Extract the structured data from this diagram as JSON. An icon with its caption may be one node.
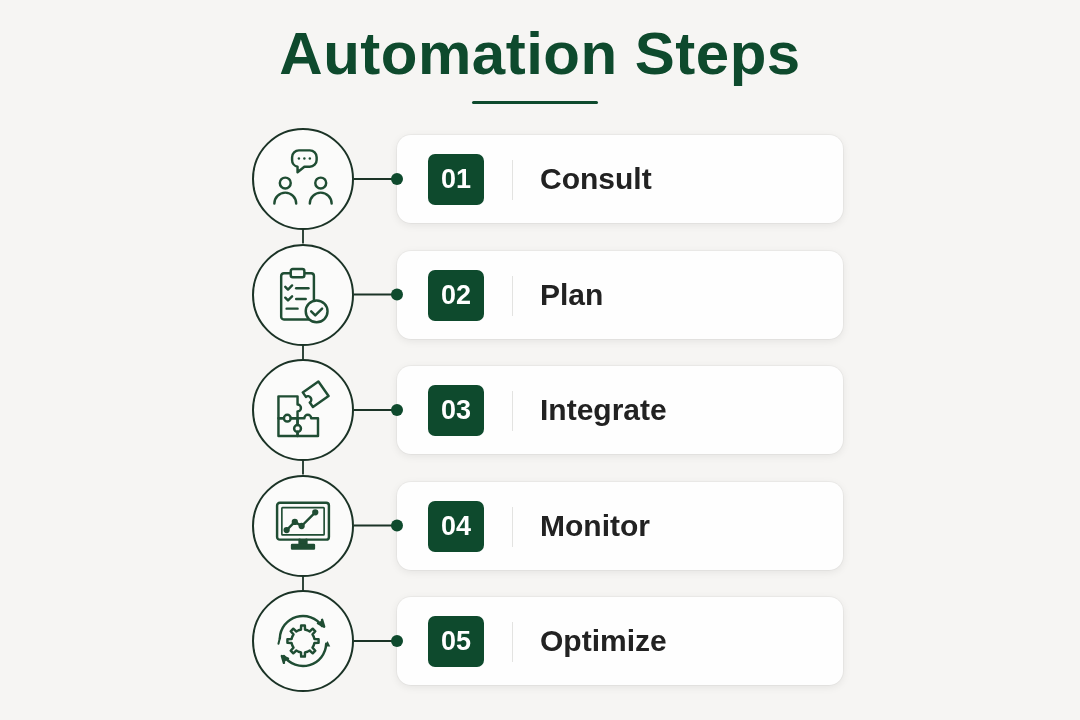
{
  "diagram": {
    "title": "Automation Steps",
    "nodes": [
      {
        "text": [],
        "shape": "circle"
      },
      {
        "text": [
          "01",
          "Consult"
        ]
      },
      {
        "text": [],
        "shape": "circle"
      },
      {
        "text": [
          "02",
          "Plan"
        ]
      },
      {
        "text": [],
        "shape": "circle"
      },
      {
        "text": [
          "03",
          "Integrate"
        ]
      },
      {
        "text": [],
        "shape": "circle"
      },
      {
        "text": [
          "04",
          "Monitor"
        ]
      },
      {
        "text": [],
        "shape": "circle"
      },
      {
        "text": [
          "05",
          "Optimize"
        ]
      }
    ],
    "edges": [
      {
        "from": 0,
        "to": 1,
        "arrow": "other"
      },
      {
        "from": 2,
        "to": 3,
        "arrow": "other"
      },
      {
        "from": 4,
        "to": 5,
        "arrow": "other"
      },
      {
        "from": 6,
        "to": 7,
        "arrow": "other"
      },
      {
        "from": 8,
        "to": 9,
        "arrow": "other"
      },
      {
        "from": 0,
        "to": 2,
        "arrow": "none"
      },
      {
        "from": 2,
        "to": 4,
        "arrow": "none"
      },
      {
        "from": 4,
        "to": 6,
        "arrow": "none"
      },
      {
        "from": 6,
        "to": 8,
        "arrow": "none"
      }
    ]
  }
}
